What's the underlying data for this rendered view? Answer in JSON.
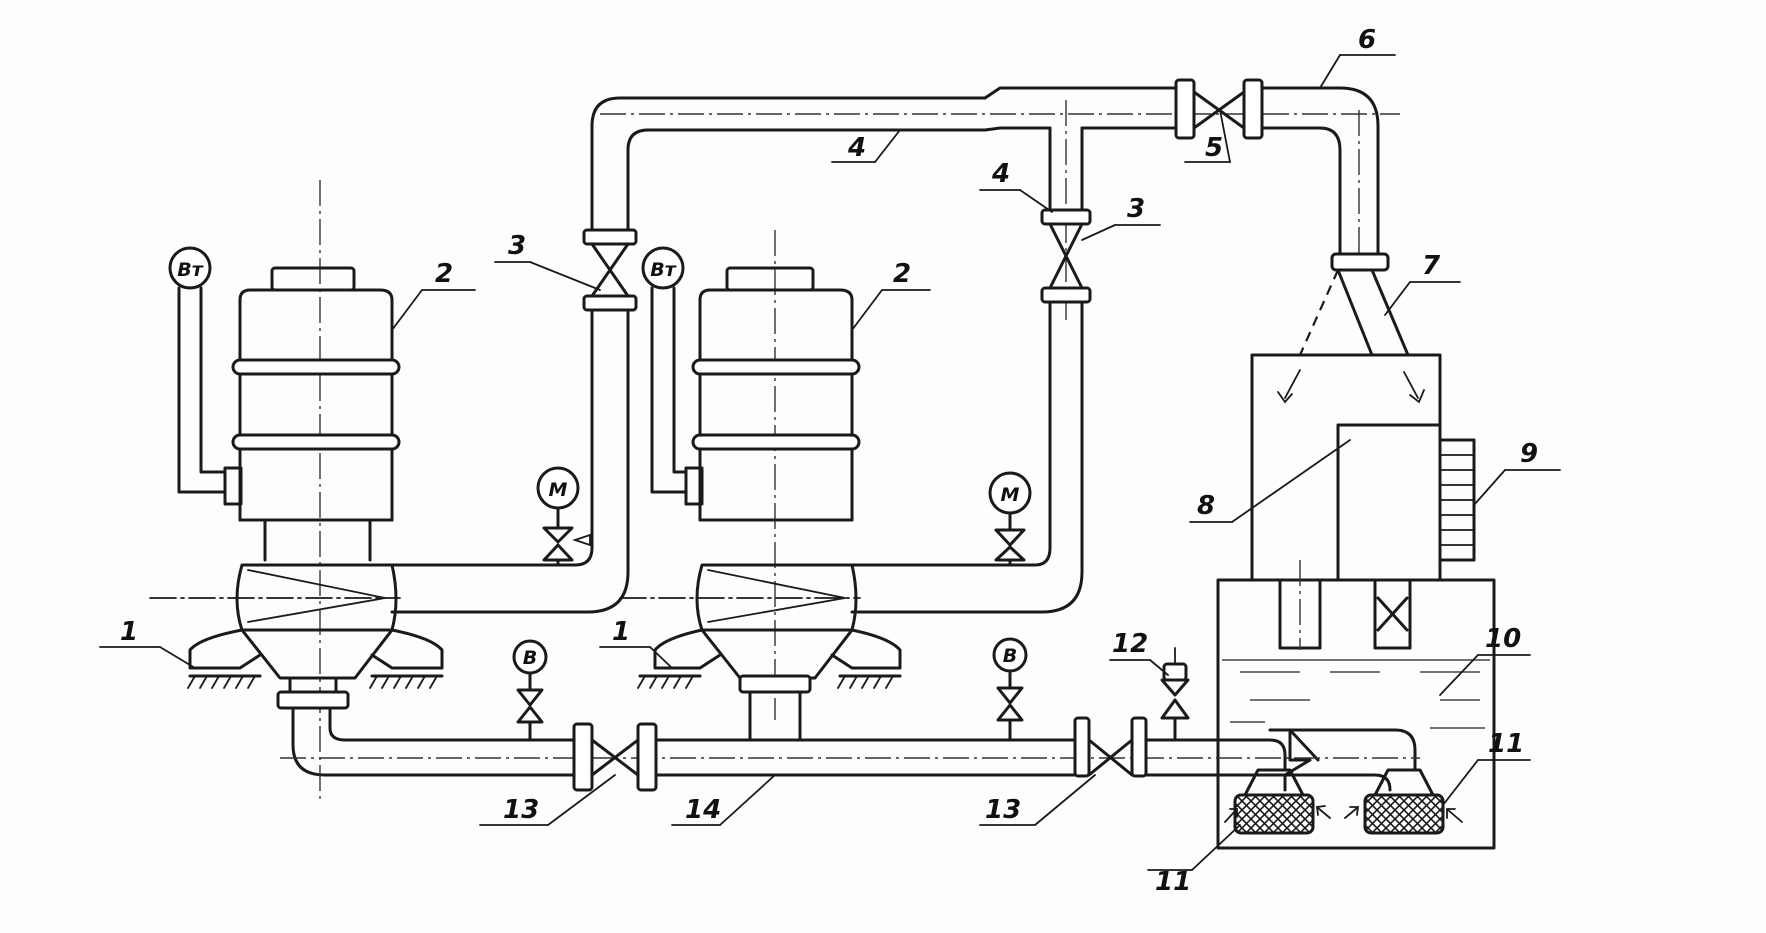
{
  "labels": {
    "support": "1",
    "adsorber": "2",
    "valve_upper": "3",
    "pipe_upper": "4",
    "valve_top": "5",
    "pipe_top": "6",
    "flap": "7",
    "chamber": "8",
    "grille": "9",
    "tank": "10",
    "filter": "11",
    "valve_small": "12",
    "valve_lower": "13",
    "pipe_lower": "14"
  },
  "gauges": {
    "vacuum_thermo": "Bт",
    "manometer": "M",
    "vacuum": "B"
  }
}
